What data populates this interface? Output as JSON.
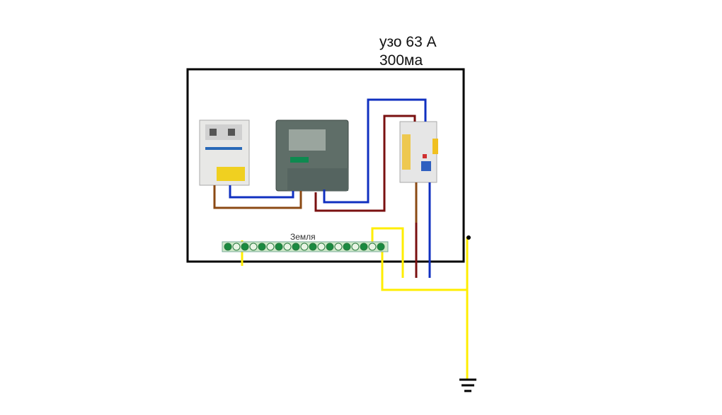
{
  "labels": {
    "rcd_title": "узо 63 А",
    "rcd_current": "300ма",
    "ground_bus": "Земля"
  },
  "colors": {
    "phase_brown": "#8b4a14",
    "phase_darkred": "#7a1010",
    "neutral": "#1030c0",
    "ground": "#ffee00",
    "enclosure": "#000000"
  }
}
